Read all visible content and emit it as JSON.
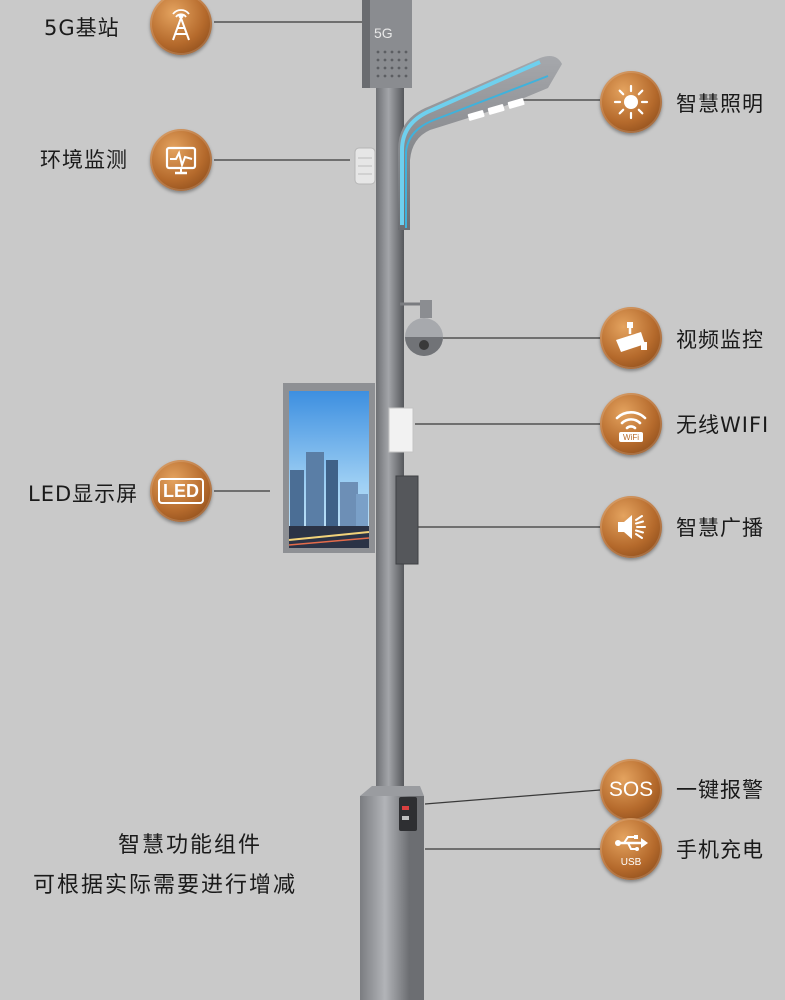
{
  "pole": {
    "top_tag": "5G"
  },
  "components": [
    {
      "key": "5g",
      "label": "5G基站",
      "icon": "antenna-tower-icon"
    },
    {
      "key": "lighting",
      "label": "智慧照明",
      "icon": "sun-icon"
    },
    {
      "key": "environment",
      "label": "环境监测",
      "icon": "monitor-pulse-icon"
    },
    {
      "key": "video",
      "label": "视频监控",
      "icon": "cctv-camera-icon"
    },
    {
      "key": "wifi",
      "label": "无线WIFI",
      "icon": "wifi-icon",
      "badge_text": "WiFi"
    },
    {
      "key": "led",
      "label": "LED显示屏",
      "icon": "led-icon",
      "badge_text": "LED"
    },
    {
      "key": "broadcast",
      "label": "智慧广播",
      "icon": "speaker-icon"
    },
    {
      "key": "sos",
      "label": "一键报警",
      "icon": "sos-icon",
      "badge_text": "SOS"
    },
    {
      "key": "usb",
      "label": "手机充电",
      "icon": "usb-icon",
      "badge_text": "USB"
    }
  ],
  "caption": {
    "line1": "智慧功能组件",
    "line2": "可根据实际需要进行增减"
  },
  "colors": {
    "background": "#c9c9c9",
    "badge": "#b56a2c",
    "pole": "#8d8f93",
    "light_strip": "#6fd0ee"
  }
}
